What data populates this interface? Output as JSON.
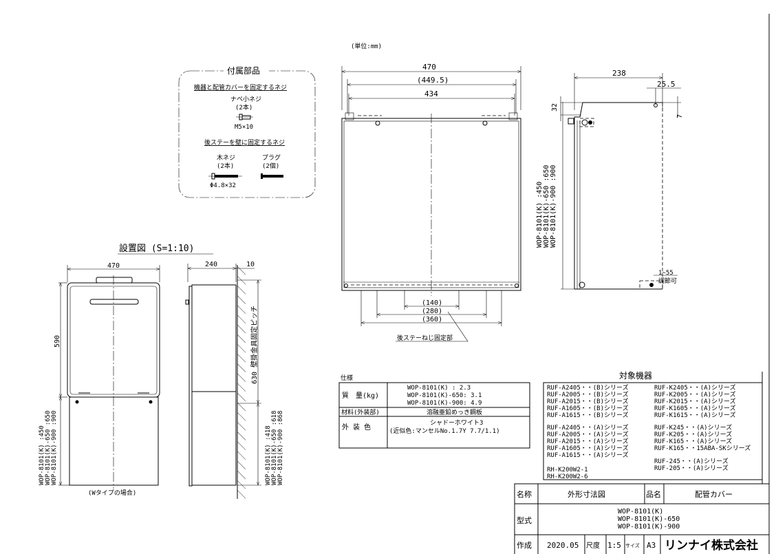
{
  "unit_note": "(単位:mm)",
  "front_view": {
    "dim_width": "470",
    "dim_inner": "(449.5)",
    "dim_pitch": "434",
    "dim_140": "(140)",
    "dim_280": "(280)",
    "dim_360": "(360)",
    "rear_stay_label": "後ステーねじ固定部"
  },
  "side_view": {
    "dim_depth": "238",
    "dim_25_5": "25.5",
    "dim_32": "32",
    "dim_7": "7",
    "height_lines": [
      "WOP-8101(K)      :450",
      "WOP-8101(K)-650 :650",
      "WOP-8101(K)-900 :900"
    ],
    "adjust_range": "1~55",
    "adjust_label": "調節可"
  },
  "accessories": {
    "title": "付属部品",
    "section1_title": "機器と配管カバーを固定するネジ",
    "screw1_name": "ナベ小ネジ",
    "screw1_qty": "(2本)",
    "screw1_size": "M5×10",
    "section2_title": "後ステーを壁に固定するネジ",
    "screw2_name": "木ネジ",
    "screw2_qty": "(2本)",
    "screw2_size": "Φ4.8×32",
    "plug_name": "プラグ",
    "plug_qty": "(2個)"
  },
  "install": {
    "title": "設置図 (S=1:10)",
    "front_width": "470",
    "front_height": "590",
    "front_cover_lines": [
      "WOP-8101(K)      :450",
      "WOP-8101(K)-650 :650",
      "WOP-8101(K)-900 :900"
    ],
    "caption": "(Wタイプの場合)",
    "side_depth": "240",
    "wall_gap": "10",
    "pitch_label": "630 壁掛金具固定ピッチ",
    "side_cover_lines": [
      "WOP-8101(K)      :418",
      "WOP-8101(K)-650 :618",
      "WOP-8101(K)-900 :868"
    ]
  },
  "spec": {
    "title": "仕様",
    "rows": [
      {
        "label": "質　量(kg)",
        "values": [
          "WOP-8101(K)     : 2.3",
          "WOP-8101(K)-650: 3.1",
          "WOP-8101(K)-900: 4.9"
        ]
      },
      {
        "label": "材料(外装部)",
        "values": [
          "溶融亜鉛めっき鋼板"
        ]
      },
      {
        "label": "外 装 色",
        "values": [
          "シャドーホワイト3",
          "(近似色:マンセルNo.1.7Y 7.7/1.1)"
        ]
      }
    ]
  },
  "target": {
    "title": "対象機器",
    "left_col": [
      "RUF-A2405・・(B)シリーズ",
      "RUF-A2005・・(B)シリーズ",
      "RUF-A2015・・(B)シリーズ",
      "RUF-A1605・・(B)シリーズ",
      "RUF-A1615・・(B)シリーズ",
      "RUF-A2405・・(A)シリーズ",
      "RUF-A2005・・(A)シリーズ",
      "RUF-A2015・・(A)シリーズ",
      "RUF-A1605・・(A)シリーズ",
      "RUF-A1615・・(A)シリーズ",
      "RH-K200W2-1",
      "RH-K200W2-6"
    ],
    "right_col": [
      "RUF-K2405・・(A)シリーズ",
      "RUF-K2005・・(A)シリーズ",
      "RUF-K2015・・(A)シリーズ",
      "RUF-K1605・・(A)シリーズ",
      "RUF-K1615・・(A)シリーズ",
      "RUF-K245・・(A)シリーズ",
      "RUF-K205・・(A)シリーズ",
      "RUF-K165・・(A)シリーズ",
      "RUF-K165・・15ABA-SKシリーズ",
      "RUF-245・・(A)シリーズ",
      "RUF-205・・(A)シリーズ"
    ]
  },
  "title_block": {
    "name_label": "名称",
    "name_value": "外形寸法図",
    "product_label": "品名",
    "product_value": "配管カバー",
    "model_label": "型式",
    "models": [
      "WOP-8101(K)",
      "WOP-8101(K)-650",
      "WOP-8101(K)-900"
    ],
    "created_label": "作成",
    "created_value": "2020.05",
    "scale_label": "尺度",
    "scale_value": "1:5",
    "size_label": "サイズ",
    "size_value": "A3",
    "company": "リンナイ株式会社"
  }
}
